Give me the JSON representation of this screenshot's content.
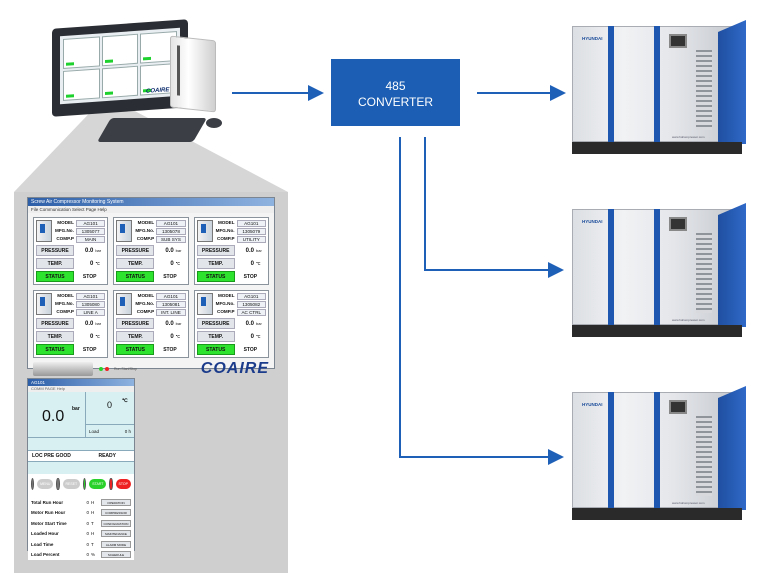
{
  "converter": {
    "line1": "485",
    "line2": "CONVERTER"
  },
  "colors": {
    "accent": "#1b5eb3",
    "status_green": "#2de32d",
    "arrow": "#1e5fb8"
  },
  "computer": {
    "screen_logo": "COAIRE"
  },
  "monitor_app": {
    "title": "Screw Air Compressor Monitoring System",
    "menu": "File  Communication  Select Page  Help",
    "units": [
      {
        "model_label": "MODEL",
        "model": "AG101",
        "mfg_label": "MFG.No.",
        "mfg": "1305077",
        "comp_label": "COMP.P",
        "comp": "MAIN",
        "pressure_label": "PRESSURE",
        "pressure": "0.0",
        "pressure_unit": "bar",
        "temp_label": "TEMP.",
        "temp": "0",
        "temp_unit": "℃",
        "status_label": "STATUS",
        "state": "STOP"
      },
      {
        "model_label": "MODEL",
        "model": "AG101",
        "mfg_label": "MFG.No.",
        "mfg": "1305078",
        "comp_label": "COMP.P",
        "comp": "SUB SYS",
        "pressure_label": "PRESSURE",
        "pressure": "0.0",
        "pressure_unit": "bar",
        "temp_label": "TEMP.",
        "temp": "0",
        "temp_unit": "℃",
        "status_label": "STATUS",
        "state": "STOP"
      },
      {
        "model_label": "MODEL",
        "model": "AG101",
        "mfg_label": "MFG.No.",
        "mfg": "1305079",
        "comp_label": "COMP.P",
        "comp": "UTILITY",
        "pressure_label": "PRESSURE",
        "pressure": "0.0",
        "pressure_unit": "bar",
        "temp_label": "TEMP.",
        "temp": "0",
        "temp_unit": "℃",
        "status_label": "STATUS",
        "state": "STOP"
      },
      {
        "model_label": "MODEL",
        "model": "AG101",
        "mfg_label": "MFG.No.",
        "mfg": "1305080",
        "comp_label": "COMP.P",
        "comp": "LINE A",
        "pressure_label": "PRESSURE",
        "pressure": "0.0",
        "pressure_unit": "bar",
        "temp_label": "TEMP.",
        "temp": "0",
        "temp_unit": "℃",
        "status_label": "STATUS",
        "state": "STOP"
      },
      {
        "model_label": "MODEL",
        "model": "AG101",
        "mfg_label": "MFG.No.",
        "mfg": "1305081",
        "comp_label": "COMP.P",
        "comp": "INT. LINE",
        "pressure_label": "PRESSURE",
        "pressure": "0.0",
        "pressure_unit": "bar",
        "temp_label": "TEMP.",
        "temp": "0",
        "temp_unit": "℃",
        "status_label": "STATUS",
        "state": "STOP"
      },
      {
        "model_label": "MODEL",
        "model": "AG101",
        "mfg_label": "MFG.No.",
        "mfg": "1305082",
        "comp_label": "COMP.P",
        "comp": "AC CTRL",
        "pressure_label": "PRESSURE",
        "pressure": "0.0",
        "pressure_unit": "bar",
        "temp_label": "TEMP.",
        "temp": "0",
        "temp_unit": "℃",
        "status_label": "STATUS",
        "state": "STOP"
      }
    ],
    "footer_text": "Run   Start/Stop",
    "brand": "COAIRE"
  },
  "detail_window": {
    "title": "AG101",
    "menu": "COMM  PAGE  Help",
    "pressure": "0.0",
    "pressure_unit": "bar",
    "temp": "0",
    "temp_unit": "℃",
    "load_label": "Load",
    "load_value": "0 h",
    "status_left": "LOC  PRE  GOOD",
    "status_right": "READY",
    "buttons": {
      "menu": "MENU",
      "reset": "RESET",
      "start": "START",
      "stop": "STOP"
    },
    "rows": [
      {
        "name": "Total Run Hour",
        "value": "0",
        "unit": "H",
        "button": "OPERATION"
      },
      {
        "name": "Motor Run Hour",
        "value": "0",
        "unit": "H",
        "button": "COMPRESSOR"
      },
      {
        "name": "Motor Start Time",
        "value": "0",
        "unit": "T",
        "button": "CONFIGURATION"
      },
      {
        "name": "Loaded Hour",
        "value": "0",
        "unit": "H",
        "button": "MAINTENANCE"
      },
      {
        "name": "Load Time",
        "value": "0",
        "unit": "T",
        "button": "ALARM MODE"
      },
      {
        "name": "Load Percent",
        "value": "0",
        "unit": "%",
        "button": "SCHEDULE"
      }
    ]
  },
  "compressors": [
    {
      "brand": "HYUNDAI",
      "website": "www.hdcompressor.com"
    },
    {
      "brand": "HYUNDAI",
      "website": "www.hdcompressor.com"
    },
    {
      "brand": "HYUNDAI",
      "website": "www.hdcompressor.com"
    }
  ]
}
